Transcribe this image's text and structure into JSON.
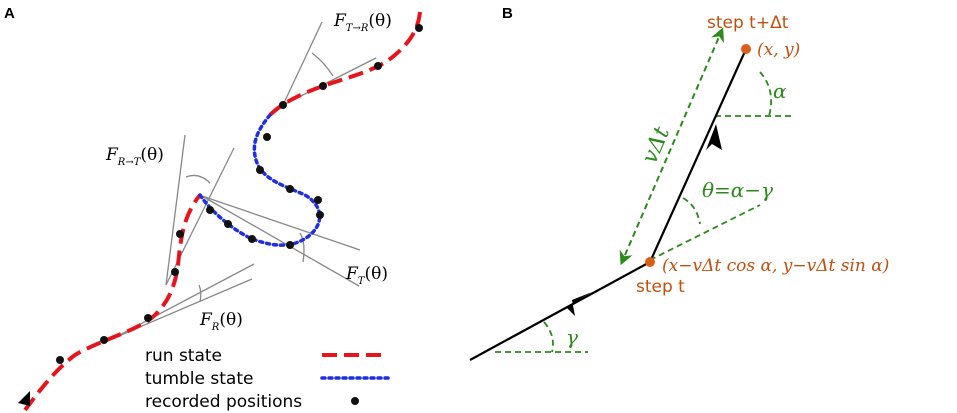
{
  "panels": {
    "a": {
      "letter": "A",
      "labels": {
        "f_t_to_r": "F",
        "f_t_to_r_sub": "T→R",
        "f_t_to_r_arg": "(θ)",
        "f_r_to_t": "F",
        "f_r_to_t_sub": "R→T",
        "f_r_to_t_arg": "(θ)",
        "f_t": "F",
        "f_t_sub": "T",
        "f_t_arg": "(θ)",
        "f_r": "F",
        "f_r_sub": "R",
        "f_r_arg": "(θ)"
      },
      "legend": {
        "run_label": "run state",
        "tumble_label": "tumble state",
        "recorded_label": "recorded positions"
      }
    },
    "b": {
      "letter": "B",
      "labels": {
        "step_next": "step t+Δt",
        "pos_next": "(x, y)",
        "alpha": "α",
        "v_dt": "vΔt",
        "theta_eq": "θ=α−γ",
        "pos_prev": "(x−vΔt cos α, y−vΔt sin α)",
        "step_prev": "step t",
        "gamma": "γ"
      }
    }
  },
  "colors": {
    "run": "#e8141b",
    "tumble": "#1f2ee0",
    "points": "#111111",
    "angle_lines": "#888888",
    "green": "#2a8a1a",
    "orange": "#c0500f",
    "black": "#000000"
  }
}
